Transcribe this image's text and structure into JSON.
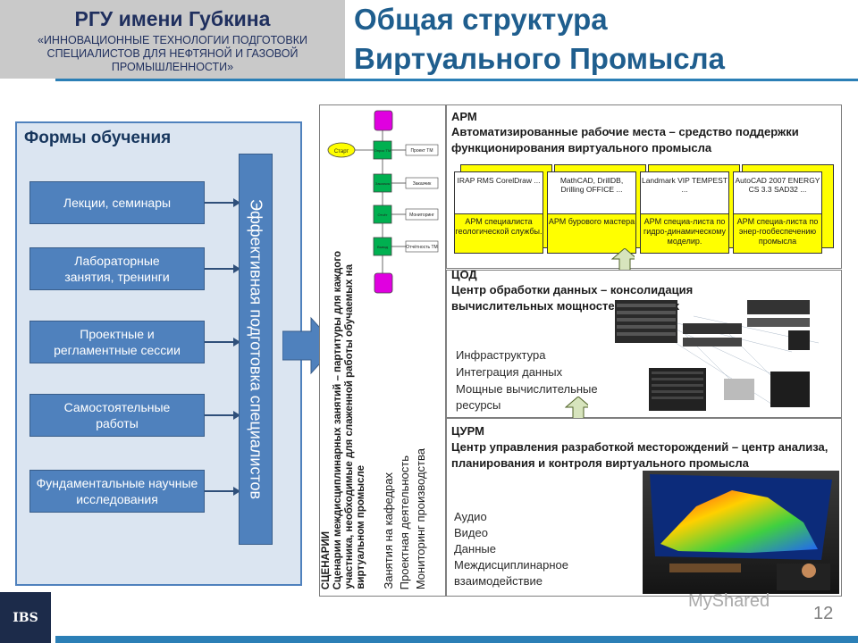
{
  "header": {
    "org_name": "РГУ имени Губкина",
    "org_subtitle": "«ИННОВАЦИОННЫЕ ТЕХНОЛОГИИ ПОДГОТОВКИ СПЕЦИАЛИСТОВ ДЛЯ НЕФТЯНОЙ И ГАЗОВОЙ ПРОМЫШЛЕННОСТИ»",
    "title_line1": "Общая структура",
    "title_line2": "Виртуального Промысла"
  },
  "forms": {
    "title": "Формы обучения",
    "items": [
      {
        "label": "Лекции, семинары"
      },
      {
        "label": "Лабораторные занятия, тренинги"
      },
      {
        "label": "Проектные и регламентные сессии"
      },
      {
        "label": "Самостоятельные работы"
      },
      {
        "label": "Фундаментальные научные исследования"
      }
    ],
    "vertical_label": "Эффективная подготовка специалистов"
  },
  "flowchart": {
    "start": "Старт",
    "steps": [
      "Опрос ТМ",
      "Заказчик",
      "Отчёт",
      "Вывод"
    ],
    "notes": [
      "Проект ТМ",
      "Заказчик",
      "Мониторинг",
      "Отчётность ТМ"
    ]
  },
  "scenarios": {
    "heading": "СЦЕНАРИИ",
    "line1": "Сценарии междисциплинарных занятий – партитуры для каждого",
    "line2": "участника, необходимые для слаженной работы обучаемых на",
    "line3": "виртуальном промысле",
    "item1": "Занятия на кафедрах",
    "item2": "Проектная деятельность",
    "item3": "Мониторинг производства"
  },
  "apm": {
    "abbr": "АРМ",
    "desc": "Автоматизированные рабочие места – средство поддержки функционирования виртуального промысла",
    "cards": [
      {
        "software": "IRAP RMS CorelDraw ...",
        "role": "АРМ специалиста геологической службы."
      },
      {
        "software": "MathCAD, DrillDB, Drilling OFFICE ...",
        "role": "АРМ бурового мастера"
      },
      {
        "software": "Landmark VIP TEMPEST ...",
        "role": "АРМ специа-листа по гидро-динамическому моделир."
      },
      {
        "software": "AutoCAD 2007 ENERGY CS 3.3 SAD32 ...",
        "role": "АРМ специа-листа по энер-гообеспечению промысла"
      }
    ]
  },
  "cod": {
    "abbr": "ЦОД",
    "desc": "Центр обработки данных – консолидация вычислительных мощностей и данных",
    "items": [
      "Инфраструктура",
      "Интеграция данных",
      "Мощные вычислительные",
      "ресурсы"
    ]
  },
  "curm": {
    "abbr": "ЦУРМ",
    "desc": "Центр управления разработкой месторождений – центр анализа, планирования и контроля виртуального промысла",
    "items": [
      "Аудио",
      "Видео",
      "Данные",
      "Междисциплинарное",
      "взаимодействие"
    ]
  },
  "footer": {
    "slide_number": "12",
    "logo": "IBS",
    "watermark": "MyShared"
  },
  "colors": {
    "accent": "#2b7fb6",
    "box_fill": "#4f81bd",
    "panel_fill": "#dbe5f1",
    "highlight": "#ffff00",
    "flow_node": "#00b050",
    "flow_term": "#e000e0"
  }
}
